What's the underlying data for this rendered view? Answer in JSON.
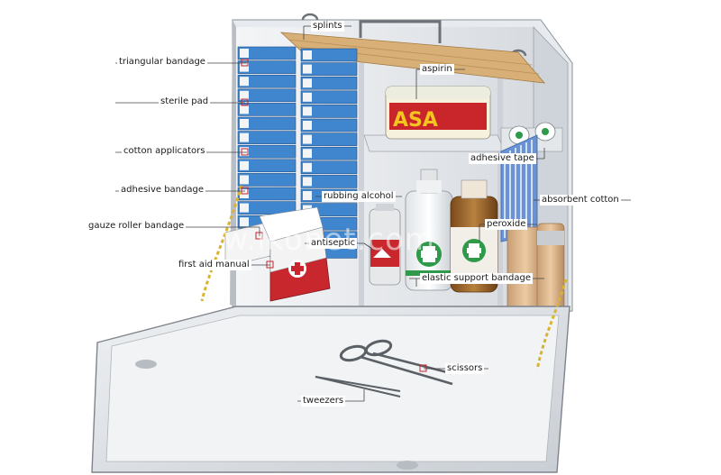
{
  "labels": {
    "splints": "splints",
    "triangular_bandage": "triangular bandage",
    "sterile_pad": "sterile pad",
    "cotton_applicators": "cotton applicators",
    "adhesive_bandage": "adhesive bandage",
    "gauze_roller_bandage": "gauze roller bandage",
    "first_aid_manual": "first aid manual",
    "aspirin": "aspirin",
    "adhesive_tape": "adhesive tape",
    "absorbent_cotton": "absorbent cotton",
    "rubbing_alcohol": "rubbing alcohol",
    "peroxide": "peroxide",
    "antiseptic": "antiseptic",
    "elastic_support_bandage": "elastic support bandage",
    "scissors": "scissors",
    "tweezers": "tweezers"
  },
  "product": {
    "aspirin_brand": "ASA"
  },
  "watermark": "www.ikonet.com",
  "colors": {
    "case": "#d9dde2",
    "box_blue": "#3f86cf",
    "leader": "#c0272d",
    "cross_green": "#2e9a4a",
    "manual_red": "#c8282d"
  }
}
